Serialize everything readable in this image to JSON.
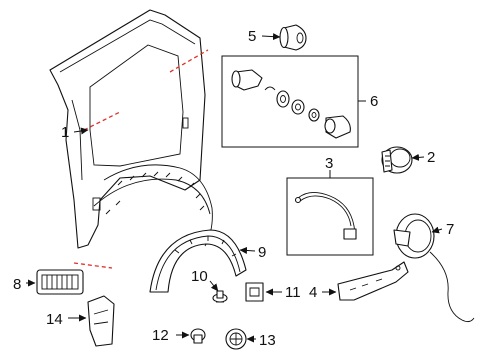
{
  "callouts": [
    {
      "id": "quarter-panel",
      "label": "1"
    },
    {
      "id": "fuel-door",
      "label": "2"
    },
    {
      "id": "cable-assembly",
      "label": "3"
    },
    {
      "id": "bracket",
      "label": "4"
    },
    {
      "id": "lock-cylinder",
      "label": "5"
    },
    {
      "id": "lock-kit",
      "label": "6"
    },
    {
      "id": "filler-housing",
      "label": "7"
    },
    {
      "id": "side-marker",
      "label": "8"
    },
    {
      "id": "wheelhouse-liner",
      "label": "9"
    },
    {
      "id": "push-pin",
      "label": "10"
    },
    {
      "id": "clip",
      "label": "11"
    },
    {
      "id": "rivet",
      "label": "12"
    },
    {
      "id": "grommet",
      "label": "13"
    },
    {
      "id": "reinforcement",
      "label": "14"
    }
  ],
  "colors": {
    "line": "#111111",
    "cut_line": "#e0302a",
    "background": "#ffffff"
  }
}
